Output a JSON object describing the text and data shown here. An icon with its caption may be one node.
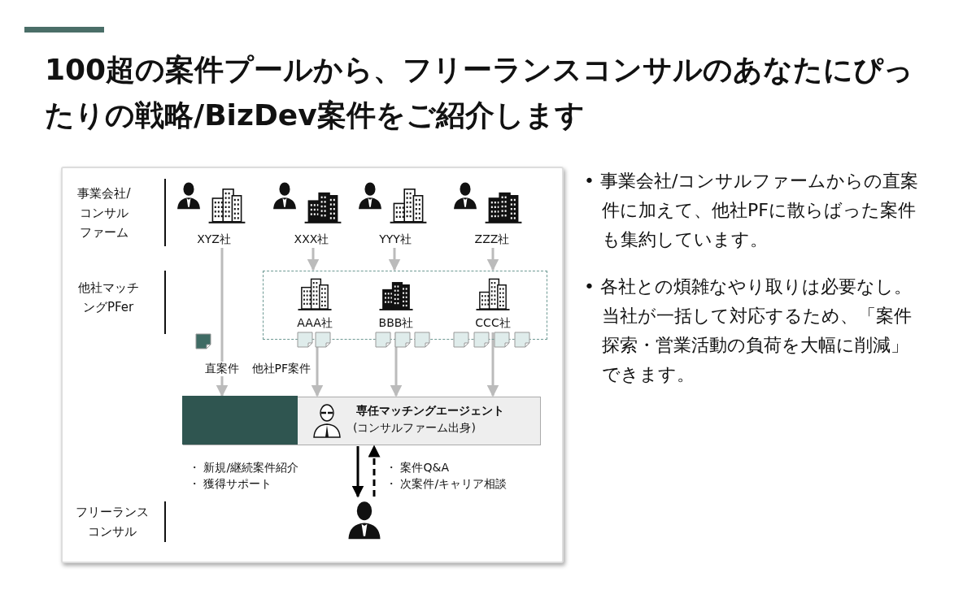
{
  "diagram": {
    "title": "100超の案件プールから、フリーランスコンサルのあなたにぴったりの戦略/BizDev案件をご紹介します",
    "nodes": [
      {
        "text": [
          "XYZ社"
        ]
      },
      {
        "text": [
          "XXX社"
        ]
      },
      {
        "text": [
          "YYY社"
        ]
      },
      {
        "text": [
          "ZZZ社"
        ]
      },
      {
        "text": [],
        "shape": "box"
      },
      {
        "text": [
          "AAA社"
        ],
        "in": 4
      },
      {
        "text": [
          "BBB社"
        ],
        "in": 4
      },
      {
        "text": [
          "CCC社"
        ],
        "in": 4
      },
      {
        "text": [],
        "shape": "box"
      },
      {
        "text": [],
        "shape": "box",
        "in": 8
      },
      {
        "text": [
          "専任マッチングエージェント",
          "(コンサルファーム出身)"
        ],
        "in": 8
      },
      {
        "text": [],
        "shape": "person"
      }
    ],
    "edges": [
      {
        "from": 0,
        "to": 8,
        "arrow": "to",
        "label": "直案件"
      },
      {
        "from": 1,
        "to": 4,
        "arrow": "to"
      },
      {
        "from": 2,
        "to": 4,
        "arrow": "to"
      },
      {
        "from": 3,
        "to": 4,
        "arrow": "to"
      },
      {
        "from": 5,
        "to": 8,
        "arrow": "to",
        "label": "他社PF案件"
      },
      {
        "from": 6,
        "to": 8,
        "arrow": "to"
      },
      {
        "from": 7,
        "to": 8,
        "arrow": "to"
      },
      {
        "from": 8,
        "to": 11,
        "arrow": "to",
        "color": "#000000"
      },
      {
        "from": 11,
        "to": 8,
        "arrow": "to",
        "style": "dashed",
        "color": "#000000"
      }
    ],
    "labels": [
      "事業会社/コンサルファーム",
      "他社マッチングPFer",
      "・ 新規/継続案件紹介",
      "・ 獲得サポート",
      "・ 案件Q&A",
      "・ 次案件/キャリア相談",
      "フリーランスコンサル",
      "• 事業会社/コンサルファームからの直案件に加えて、他社PFに散らばった案件も集約しています。",
      "• 各社との煩雑なやり取りは必要なし。当社が一括して対応するため、「案件探索・営業活動の負荷を大幅に削減」できます。"
    ]
  }
}
